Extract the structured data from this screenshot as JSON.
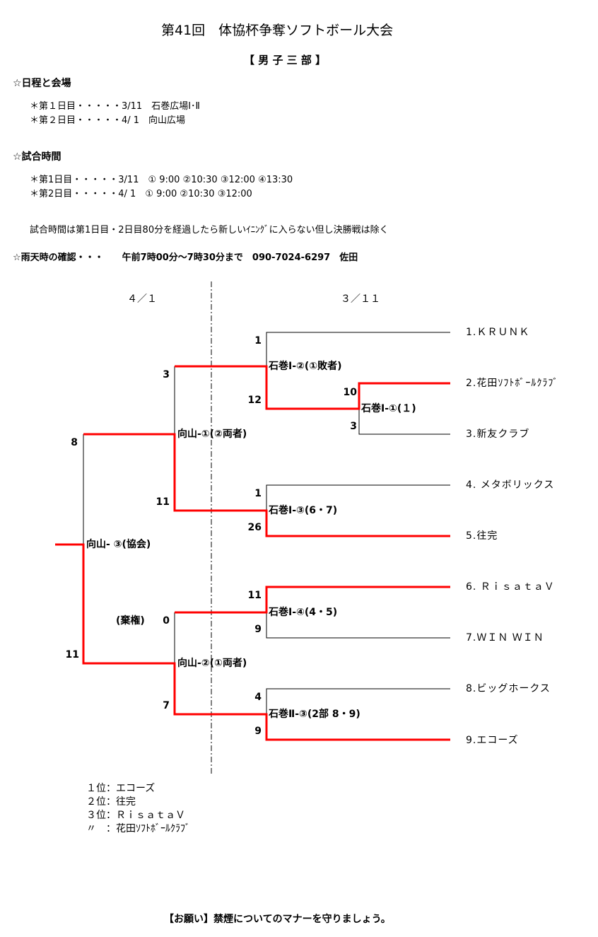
{
  "title": "第41回　体協杯争奪ソフトボール大会",
  "division": "【 男 子 三 部 】",
  "schedule": {
    "heading": "☆日程と会場",
    "lines": [
      "＊第１日目・・・・・3/11　石巻広場Ⅰ･Ⅱ",
      "＊第２日目・・・・・4/ 1　向山広場"
    ]
  },
  "times": {
    "heading": "☆試合時間",
    "lines": [
      "＊第1日目・・・・・3/11　① 9:00 ②10:30 ③12:00 ④13:30",
      "＊第2日目・・・・・4/ 1　① 9:00 ②10:30 ③12:00"
    ],
    "note": "試合時間は第1日目・2日目80分を経過したら新しいｲﾆﾝｸﾞに入らない但し決勝戦は除く"
  },
  "rain": "☆雨天時の確認・・・　　午前7時00分～7時30分まで　090-7024-6297　佐田",
  "dates": {
    "day2": "４／１",
    "day1": "３／１１"
  },
  "teams": [
    "1.ＫＲＵＮＫ",
    "2.花田ｿﾌﾄﾎﾞｰﾙｸﾗﾌﾞ",
    "3.新友クラブ",
    "4. メタボリックス",
    "5.往完",
    "6. ＲｉｓａｔａＶ",
    "7.ＷＩＮ ＷＩＮ",
    "8.ビッグホークス",
    "9.エコーズ"
  ],
  "matches": {
    "m1": {
      "label": "石巻Ⅰ-①(１)",
      "top": "10",
      "bottom": "3"
    },
    "m2": {
      "label": "石巻Ⅰ-②(①敗者)",
      "top": "1",
      "bottom": "12"
    },
    "m3": {
      "label": "石巻Ⅰ-③(6・7)",
      "top": "1",
      "bottom": "26"
    },
    "m4": {
      "label": "石巻Ⅰ-④(4・5)",
      "top": "11",
      "bottom": "9"
    },
    "m5": {
      "label": "石巻Ⅱ-③(2部 8・9)",
      "top": "4",
      "bottom": "9"
    },
    "m6": {
      "label": "向山-①(②両者)",
      "top": "3",
      "bottom": "11"
    },
    "m7": {
      "label": "向山-②(①両者)",
      "top": "0",
      "bottom": "7",
      "note": "(棄権)"
    },
    "m8": {
      "label": "向山- ③(協会)",
      "top": "8",
      "bottom": "11"
    }
  },
  "results": [
    "１位：エコーズ",
    "２位：往完",
    "３位：ＲｉｓａｔａＶ",
    "〃　：花田ｿﾌﾄﾎﾞｰﾙｸﾗﾌﾞ"
  ],
  "footer": "【お願い】禁煙についてのマナーを守りましょう。",
  "colors": {
    "winner_line": "#ff0000",
    "line": "#000000"
  }
}
